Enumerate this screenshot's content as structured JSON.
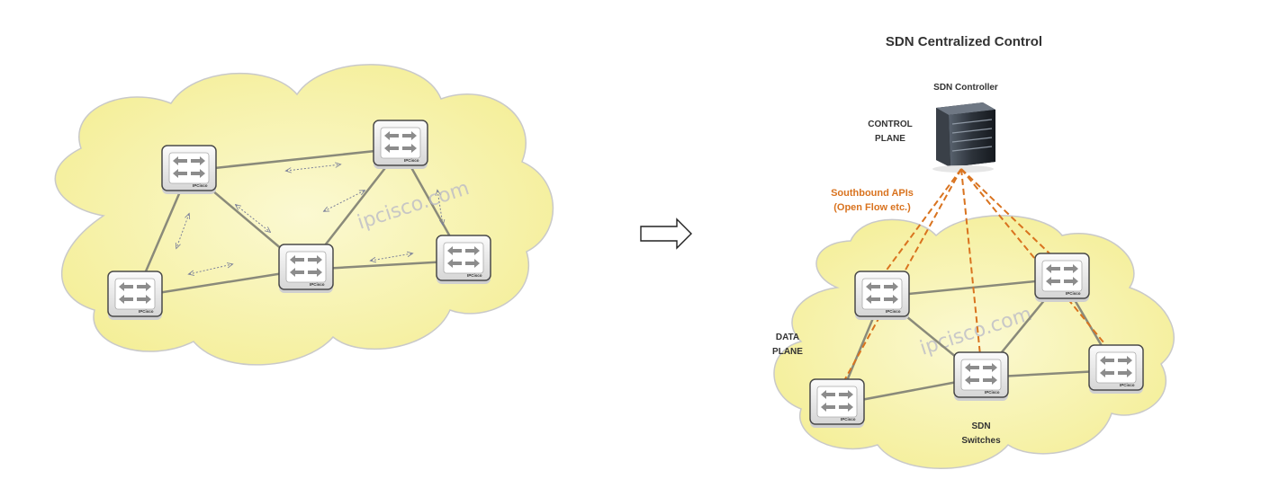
{
  "colors": {
    "cloud_fill": "#f6f2a6",
    "cloud_stroke": "#c9c9c9",
    "link_line": "#8a8a7a",
    "control_link": "#d9731f",
    "peer_arrow": "#7a7f99",
    "api_text": "#d9731f",
    "watermark": "#b8b8c8"
  },
  "left_panel": {
    "watermark": "ipcisco.com",
    "switch_brand": "IPCisco",
    "switch_icon": "switch-arrows-icon",
    "peer_arrow_icon": "double-arrow-icon"
  },
  "transition_arrow_icon": "right-arrow-icon",
  "right_panel": {
    "title": "SDN Centralized Control",
    "controller_label": "SDN Controller",
    "controller_icon": "server-icon",
    "control_plane_line1": "CONTROL",
    "control_plane_line2": "PLANE",
    "api_line1": "Southbound APIs",
    "api_line2": "(Open Flow etc.)",
    "data_plane_line1": "DATA",
    "data_plane_line2": "PLANE",
    "switches_line1": "SDN",
    "switches_line2": "Switches",
    "watermark": "ipcisco.com",
    "switch_brand": "IPCisco"
  }
}
